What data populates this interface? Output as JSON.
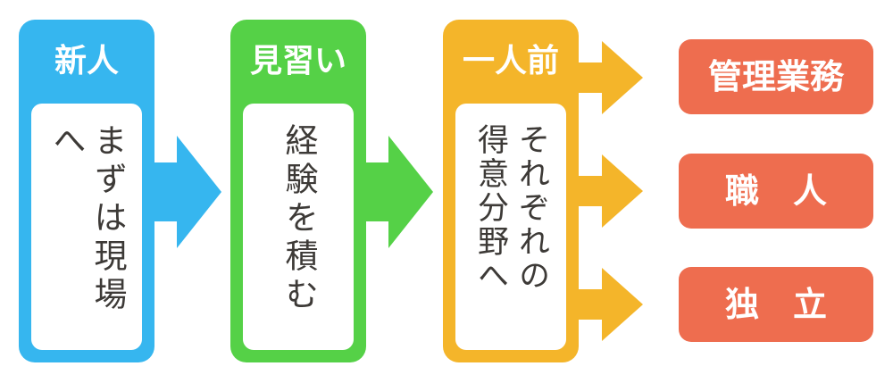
{
  "colors": {
    "newcomer": "#36b6ef",
    "apprentice": "#55d147",
    "fullfledged": "#f4b52a",
    "outcome": "#ee6d4f"
  },
  "stages": [
    {
      "title": "新人",
      "description": "まずは現場へ"
    },
    {
      "title": "見習い",
      "description": "経験を積む"
    },
    {
      "title": "一人前",
      "description_lines": [
        "それぞれの",
        "得意分野へ"
      ]
    }
  ],
  "outcomes": [
    "管理業務",
    "職　人",
    "独　立"
  ]
}
